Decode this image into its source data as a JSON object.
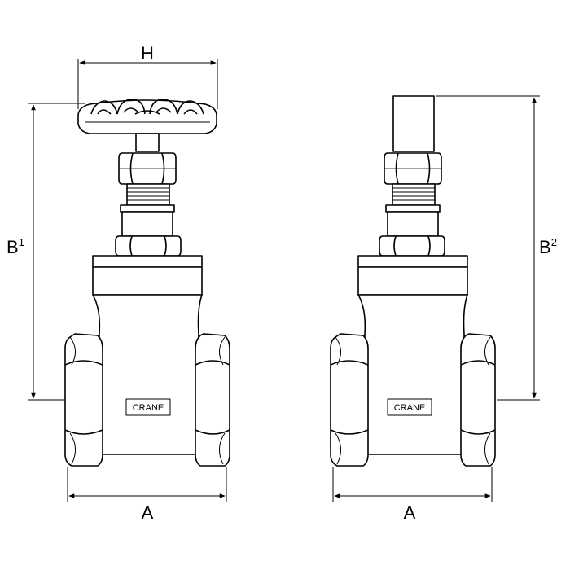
{
  "dimensions": {
    "handwheel_width": "H",
    "left_width": "A",
    "right_width": "A",
    "height_handwheel": "B",
    "height_handwheel_sup": "1",
    "height_capped": "B",
    "height_capped_sup": "2"
  },
  "body_nameplate_left": "CRANE",
  "body_nameplate_right": "CRANE",
  "colors": {
    "stroke": "#000000",
    "background": "#ffffff"
  }
}
